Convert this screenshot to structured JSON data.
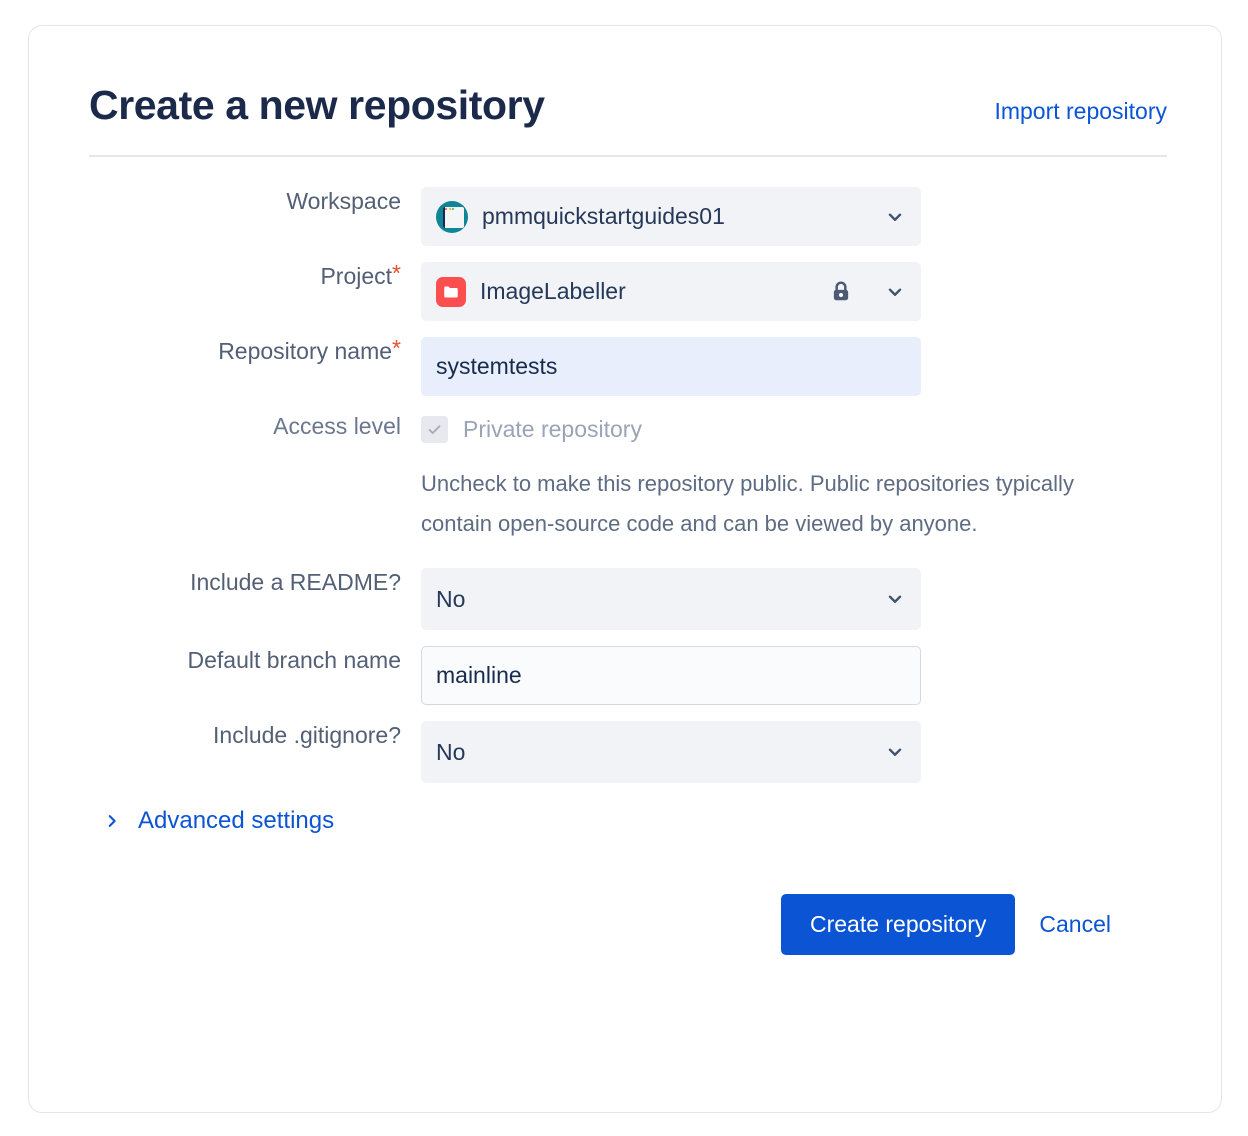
{
  "card": {
    "title": "Create a new repository",
    "import_link": "Import repository"
  },
  "form": {
    "workspace": {
      "label": "Workspace",
      "value": "pmmquickstartguides01",
      "avatar_icon": "workspace-avatar-icon",
      "chevron_icon": "chevron-down-icon"
    },
    "project": {
      "label": "Project",
      "required_marker": "*",
      "value": "ImageLabeller",
      "icon": "project-folder-icon",
      "lock_icon": "lock-icon",
      "chevron_icon": "chevron-down-icon"
    },
    "repository_name": {
      "label": "Repository name",
      "required_marker": "*",
      "value": "systemtests",
      "placeholder": ""
    },
    "access_level": {
      "label": "Access level",
      "checkbox_label": "Private repository",
      "checked": true,
      "check_icon": "checkmark-icon",
      "helper_text": "Uncheck to make this repository public. Public repositories typically contain open-source code and can be viewed by anyone."
    },
    "include_readme": {
      "label": "Include a README?",
      "value": "No",
      "chevron_icon": "chevron-down-icon"
    },
    "default_branch": {
      "label": "Default branch name",
      "value": "mainline",
      "placeholder": ""
    },
    "include_gitignore": {
      "label": "Include .gitignore?",
      "value": "No",
      "chevron_icon": "chevron-down-icon"
    },
    "advanced_settings": {
      "label": "Advanced settings",
      "arrow_icon": "chevron-right-icon",
      "expanded": false
    }
  },
  "footer": {
    "submit_label": "Create repository",
    "cancel_label": "Cancel"
  },
  "colors": {
    "primary_button": "#0b55d4",
    "link": "#0b55d4",
    "title": "#1b2a4b",
    "required_asterisk": "#e8502f",
    "workspace_avatar": "#0f8698",
    "project_icon": "#fb4e4e",
    "field_background": "#f2f3f6",
    "focused_field_background": "#e8eefb"
  }
}
